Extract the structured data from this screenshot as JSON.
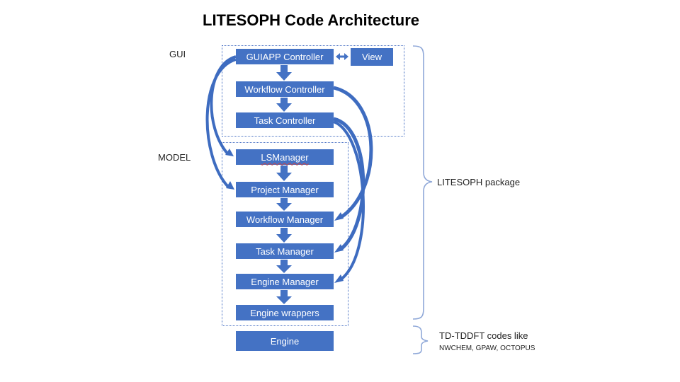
{
  "title": "LITESOPH Code Architecture",
  "labels": {
    "gui": "GUI",
    "model": "MODEL",
    "package": "LITESOPH package",
    "tddft_line1": "TD-TDDFT codes like",
    "tddft_line2": "NWCHEM, GPAW, OCTOPUS"
  },
  "gui_boxes": {
    "guiapp": "GUIAPP Controller",
    "view": "View",
    "workflow_controller": "Workflow Controller",
    "task_controller": "Task Controller"
  },
  "model_boxes": {
    "lsmanager": "LSManager",
    "project_manager": "Project Manager",
    "workflow_manager": "Workflow Manager",
    "task_manager": "Task Manager",
    "engine_manager": "Engine Manager",
    "engine_wrappers": "Engine wrappers"
  },
  "engine_box": "Engine",
  "colors": {
    "box": "#4472c4",
    "arrow": "#3e6cc0",
    "bracket": "#8fa8d8"
  }
}
